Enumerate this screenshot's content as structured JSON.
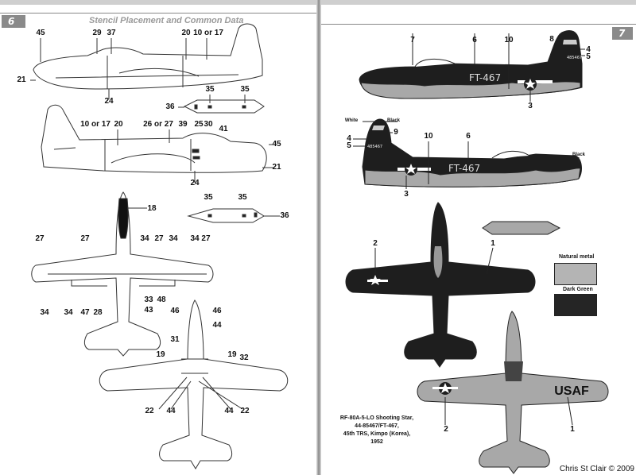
{
  "left_page": {
    "page_number": "6",
    "title": "Stencil Placement and Common Data",
    "callouts": {
      "side1": [
        "45",
        "29",
        "37",
        "20",
        "10 or 17",
        "21",
        "24",
        "35",
        "35",
        "36"
      ],
      "side2": [
        "10 or 17",
        "20",
        "26 or 27",
        "39",
        "25",
        "30",
        "41",
        "45",
        "21",
        "24"
      ],
      "tank": [
        "35",
        "35",
        "36"
      ],
      "top_view": [
        "18",
        "27",
        "27",
        "34",
        "27",
        "34",
        "34 27",
        "34",
        "34",
        "47",
        "28",
        "33",
        "48",
        "43"
      ],
      "bottom_view": [
        "46",
        "46",
        "44",
        "31",
        "19",
        "19",
        "32",
        "22",
        "44",
        "44",
        "22"
      ]
    }
  },
  "right_page": {
    "page_number": "7",
    "side1": {
      "callouts": [
        "7",
        "6",
        "10",
        "8",
        "4",
        "5",
        "3"
      ],
      "code": "FT-467",
      "serial": "485467"
    },
    "side2": {
      "callouts": [
        "White",
        "Black",
        "9",
        "4",
        "5",
        "10",
        "6",
        "Black",
        "3"
      ],
      "code": "FT-467",
      "serial": "485467"
    },
    "plan_callouts": [
      "2",
      "1",
      "2",
      "1"
    ],
    "wing_marking": "USAF",
    "legend": [
      {
        "label": "Natural metal",
        "color": "#b4b4b4"
      },
      {
        "label": "Dark Green",
        "color": "#252525"
      }
    ],
    "caption": [
      "RF-80A-5-LO Shooting Star,",
      "44-85467/FT-467,",
      "45th TRS, Kimpo (Korea), 1952"
    ]
  },
  "watermark": "Chris St Clair © 2009"
}
